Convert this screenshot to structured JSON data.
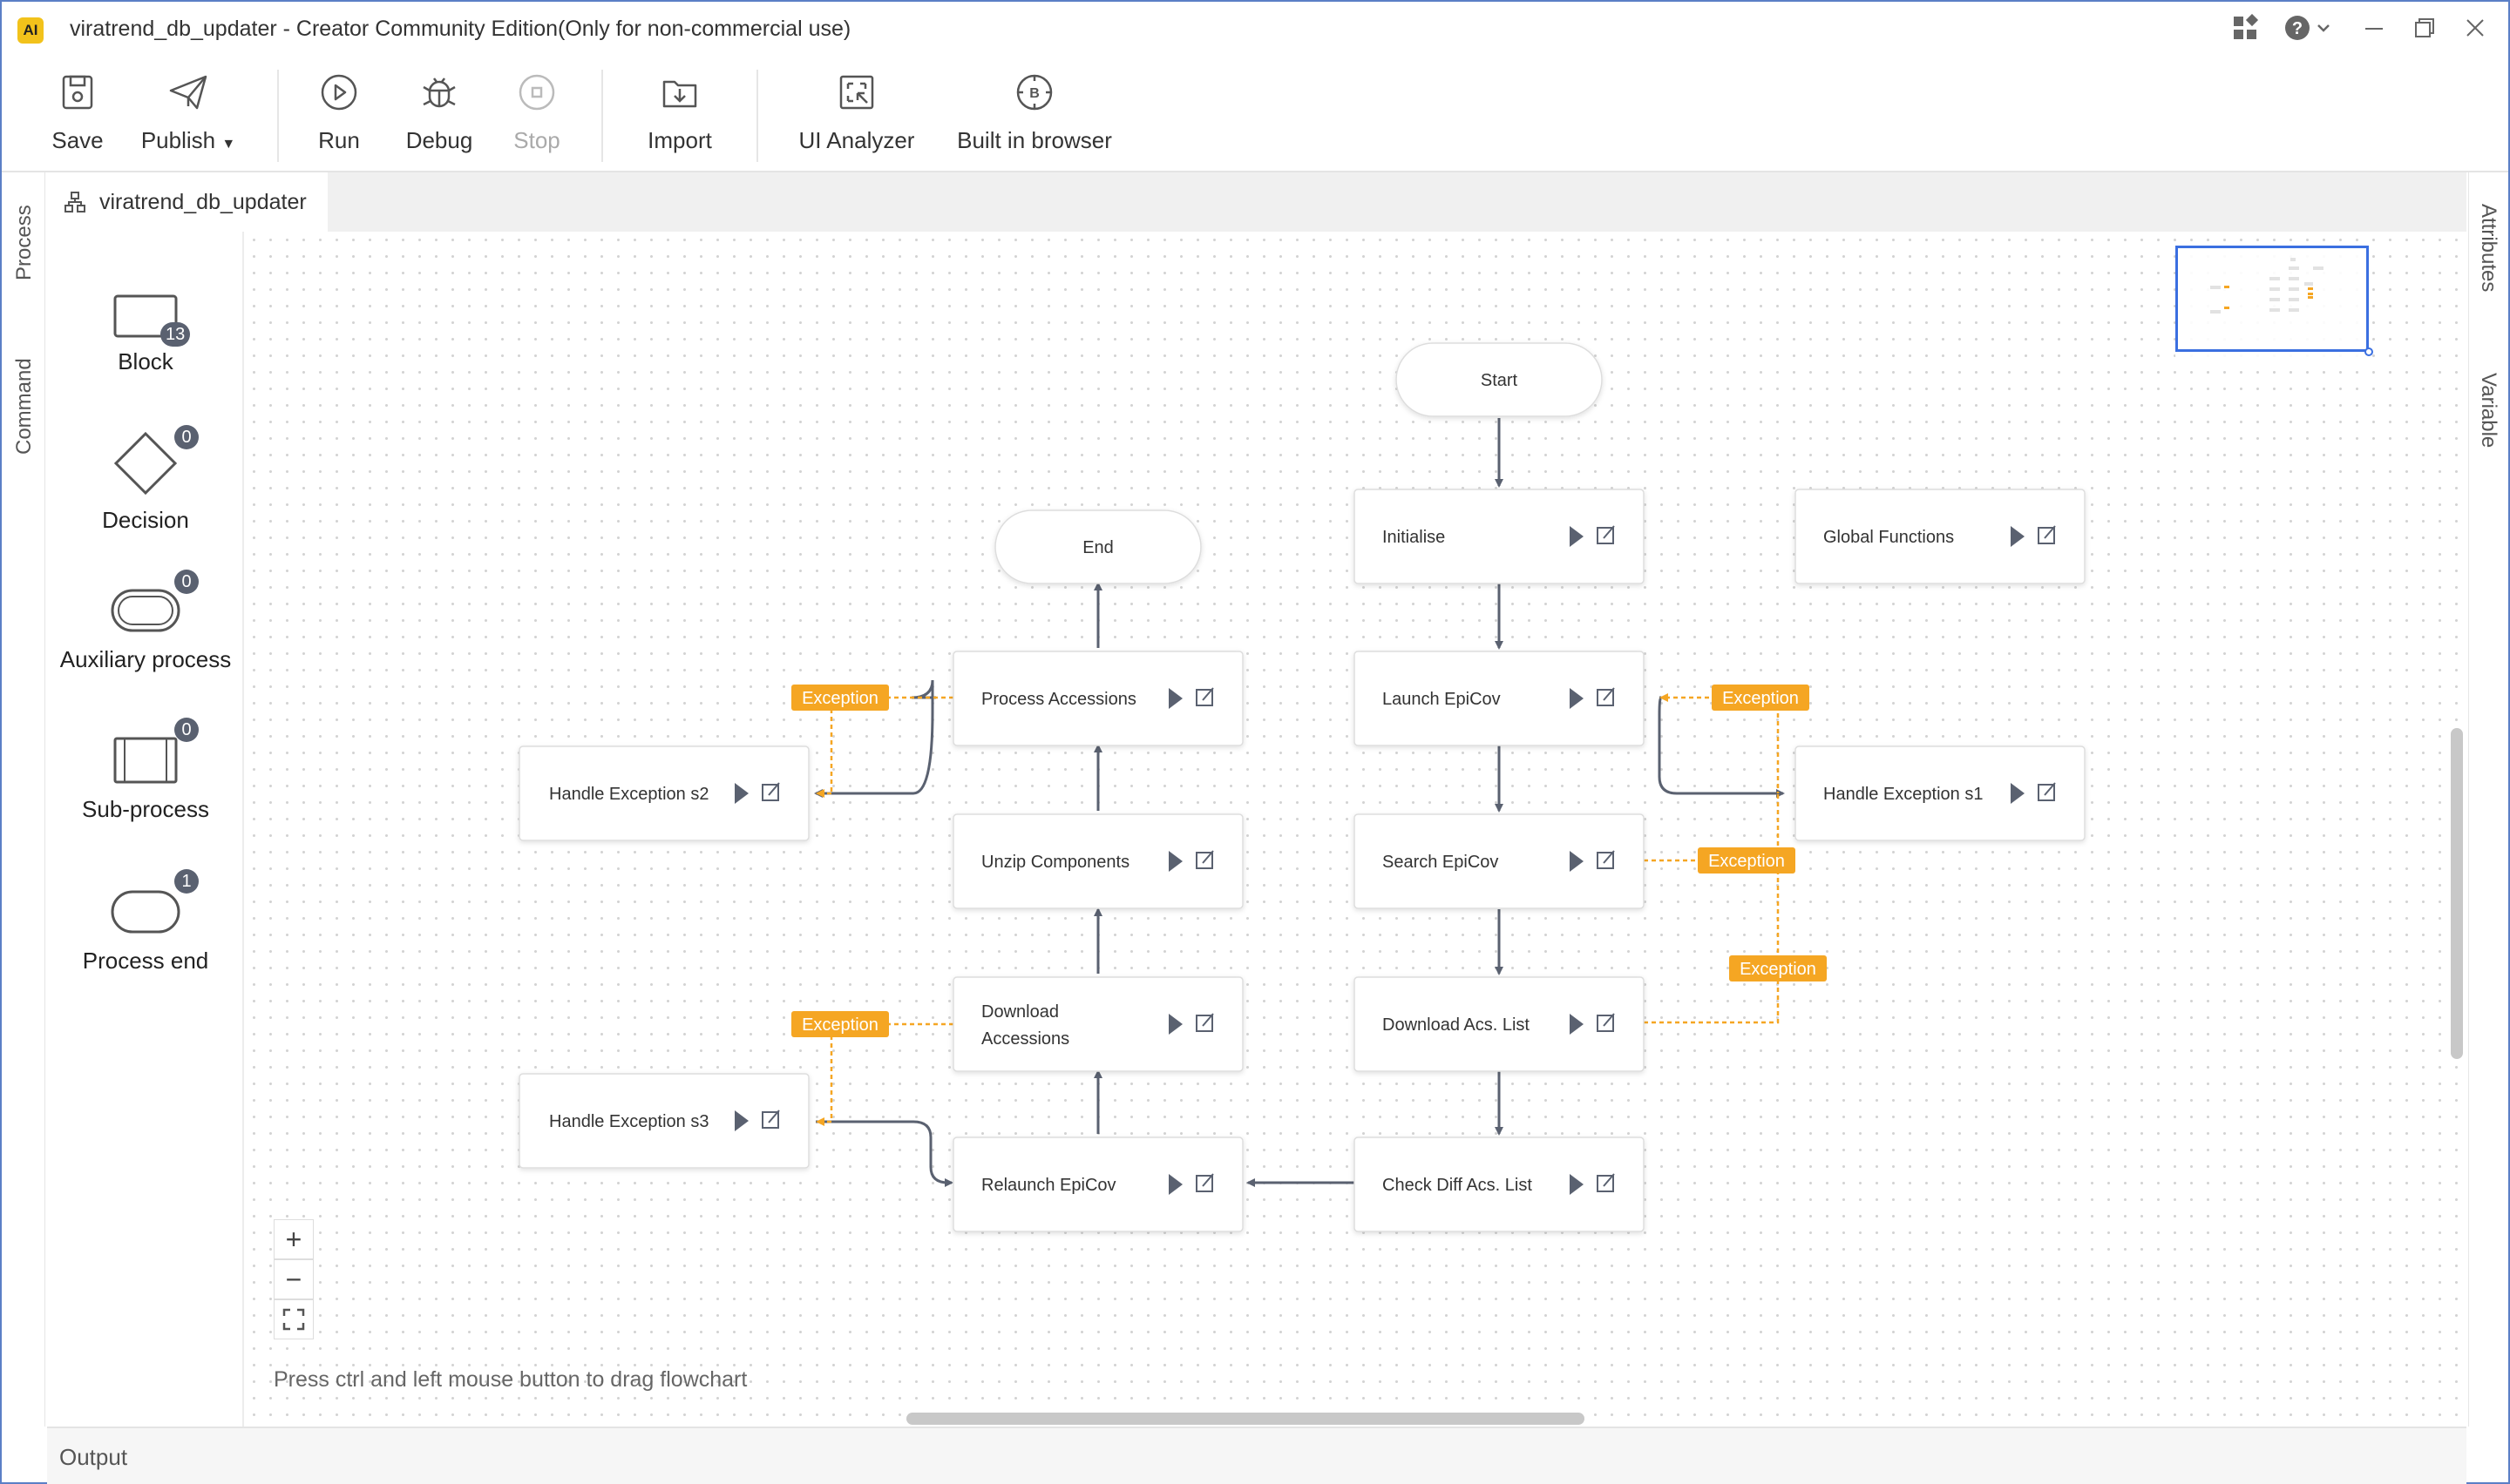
{
  "window": {
    "title": "viratrend_db_updater - Creator Community Edition(Only for non-commercial use)",
    "logo": "AI"
  },
  "toolbar": {
    "save": "Save",
    "publish": "Publish",
    "run": "Run",
    "debug": "Debug",
    "stop": "Stop",
    "import": "Import",
    "ui_analyzer": "UI Analyzer",
    "built_in_browser": "Built in browser"
  },
  "left_tabs": {
    "process": "Process",
    "command": "Command"
  },
  "right_tabs": {
    "attributes": "Attributes",
    "variable": "Variable"
  },
  "doc_tab": {
    "label": "viratrend_db_updater"
  },
  "palette": {
    "items": [
      {
        "label": "Block",
        "count": "13"
      },
      {
        "label": "Decision",
        "count": "0"
      },
      {
        "label": "Auxiliary process",
        "count": "0"
      },
      {
        "label": "Sub-process",
        "count": "0"
      },
      {
        "label": "Process end",
        "count": "1"
      }
    ]
  },
  "flow": {
    "start": "Start",
    "end": "End",
    "exception_label": "Exception",
    "blocks": {
      "initialise": "Initialise",
      "global_functions": "Global Functions",
      "launch_epicov": "Launch EpiCov",
      "search_epicov": "Search EpiCov",
      "download_acs_list": "Download Acs. List",
      "check_diff_acs_list": "Check Diff Acs. List",
      "relaunch_epicov": "Relaunch EpiCov",
      "download_accessions_1": "Download",
      "download_accessions_2": "Accessions",
      "unzip_components": "Unzip Components",
      "process_accessions": "Process Accessions",
      "handle_exception_s1": "Handle Exception s1",
      "handle_exception_s2": "Handle Exception s2",
      "handle_exception_s3": "Handle Exception s3"
    }
  },
  "canvas": {
    "zoom_in": "+",
    "zoom_out": "−",
    "hint": "Press ctrl and left mouse button to drag flowchart"
  },
  "output": {
    "label": "Output"
  },
  "colors": {
    "exception": "#f5a623",
    "connector": "#5a6170",
    "minimap_frame": "#3b6fe0"
  }
}
